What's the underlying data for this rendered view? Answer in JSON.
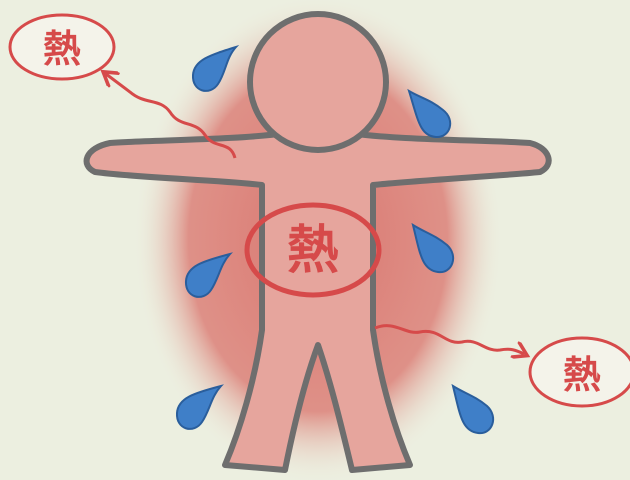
{
  "illustration": {
    "colors": {
      "background": "#ecefe0",
      "heat_glow": "#d9706a",
      "body_fill": "#e8a79f",
      "outline": "#6e6e6e",
      "heat_accent": "#d64a4a",
      "sweat": "#3f7fc8"
    },
    "labels": {
      "center": "熱",
      "upper_left": "熱",
      "lower_right": "熱"
    },
    "icons": [
      "sweat-drop-icon",
      "heat-arrow-icon",
      "human-figure-icon"
    ]
  }
}
